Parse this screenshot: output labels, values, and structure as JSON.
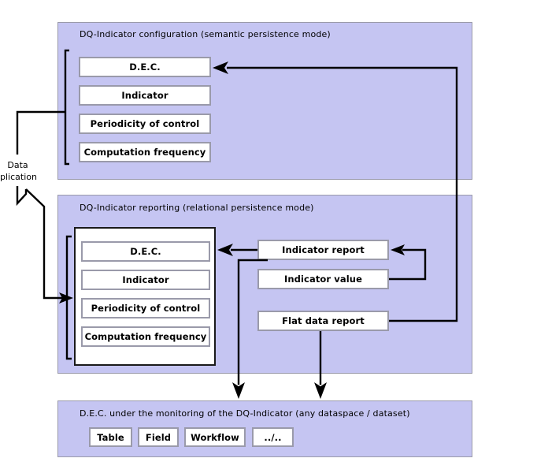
{
  "diagram": {
    "colors": {
      "panel_fill": "#c5c5f2",
      "panel_border": "#9a9aaa",
      "box_fill": "#ffffff",
      "box_border": "#9a9aaa",
      "container_border": "#1a1a1a",
      "connector": "#000000",
      "background": "#ffffff",
      "text": "#000000"
    },
    "panels": [
      {
        "id": "configuration",
        "title": "DQ-Indicator configuration (semantic persistence mode)",
        "items": [
          "D.E.C.",
          "Indicator",
          "Periodicity of control",
          "Computation frequency"
        ]
      },
      {
        "id": "reporting",
        "title": "DQ-Indicator reporting (relational persistence mode)",
        "items": [
          "D.E.C.",
          "Indicator",
          "Periodicity of control",
          "Computation frequency"
        ],
        "report_items": [
          "Indicator report",
          "Indicator value",
          "Flat data report"
        ]
      },
      {
        "id": "monitored-dec",
        "title": "D.E.C. under the monitoring of the DQ-Indicator (any dataspace / dataset)",
        "items": [
          "Table",
          "Field",
          "Workflow",
          "../.."
        ]
      }
    ],
    "annotations": {
      "replication_line1": "Data",
      "replication_line2": "plication"
    }
  }
}
